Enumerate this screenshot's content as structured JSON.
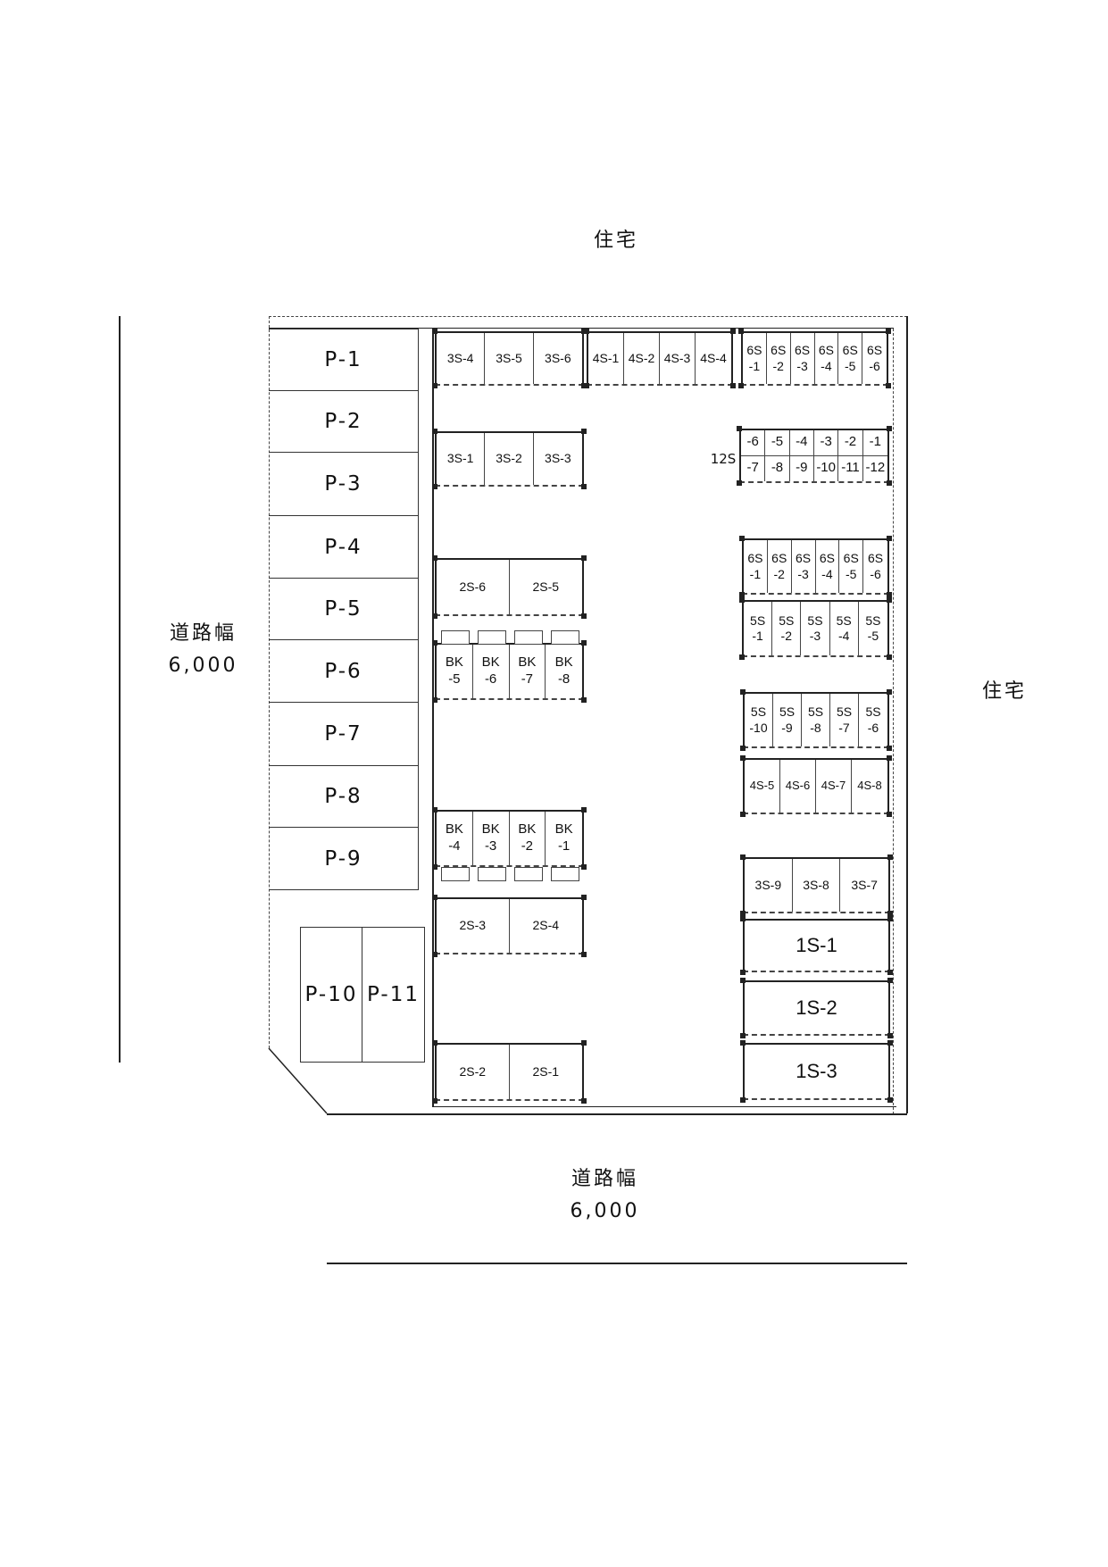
{
  "labels": {
    "neighbor_top": "住宅",
    "neighbor_right": "住宅",
    "road_left": "道路幅\n6,000",
    "road_bottom": "道路幅\n6,000",
    "label_12s": "12S"
  },
  "parking": [
    "P-1",
    "P-2",
    "P-3",
    "P-4",
    "P-5",
    "P-6",
    "P-7",
    "P-8",
    "P-9",
    "P-10",
    "P-11"
  ],
  "blocks": {
    "s3_top": [
      "3S-4",
      "3S-5",
      "3S-6"
    ],
    "s4_top": [
      "4S-1",
      "4S-2",
      "4S-3",
      "4S-4"
    ],
    "s6_top": [
      "6S\n-1",
      "6S\n-2",
      "6S\n-3",
      "6S\n-4",
      "6S\n-5",
      "6S\n-6"
    ],
    "s3_mid": [
      "3S-1",
      "3S-2",
      "3S-3"
    ],
    "s12": [
      "-6",
      "-5",
      "-4",
      "-3",
      "-2",
      "-1",
      "-7",
      "-8",
      "-9",
      "-10",
      "-11",
      "-12"
    ],
    "s2_a": [
      "2S-6",
      "2S-5"
    ],
    "s6_mid": [
      "6S\n-1",
      "6S\n-2",
      "6S\n-3",
      "6S\n-4",
      "6S\n-5",
      "6S\n-6"
    ],
    "s5_a": [
      "5S\n-1",
      "5S\n-2",
      "5S\n-3",
      "5S\n-4",
      "5S\n-5"
    ],
    "bk_a": [
      "BK\n-5",
      "BK\n-6",
      "BK\n-7",
      "BK\n-8"
    ],
    "s5_b": [
      "5S\n-10",
      "5S\n-9",
      "5S\n-8",
      "5S\n-7",
      "5S\n-6"
    ],
    "s4_b": [
      "4S-5",
      "4S-6",
      "4S-7",
      "4S-8"
    ],
    "bk_b": [
      "BK\n-4",
      "BK\n-3",
      "BK\n-2",
      "BK\n-1"
    ],
    "s3_b": [
      "3S-9",
      "3S-8",
      "3S-7"
    ],
    "s2_b": [
      "2S-3",
      "2S-4"
    ],
    "s1_1": [
      "1S-1"
    ],
    "s1_2": [
      "1S-2"
    ],
    "s1_3": [
      "1S-3"
    ],
    "s2_c": [
      "2S-2",
      "2S-1"
    ]
  }
}
